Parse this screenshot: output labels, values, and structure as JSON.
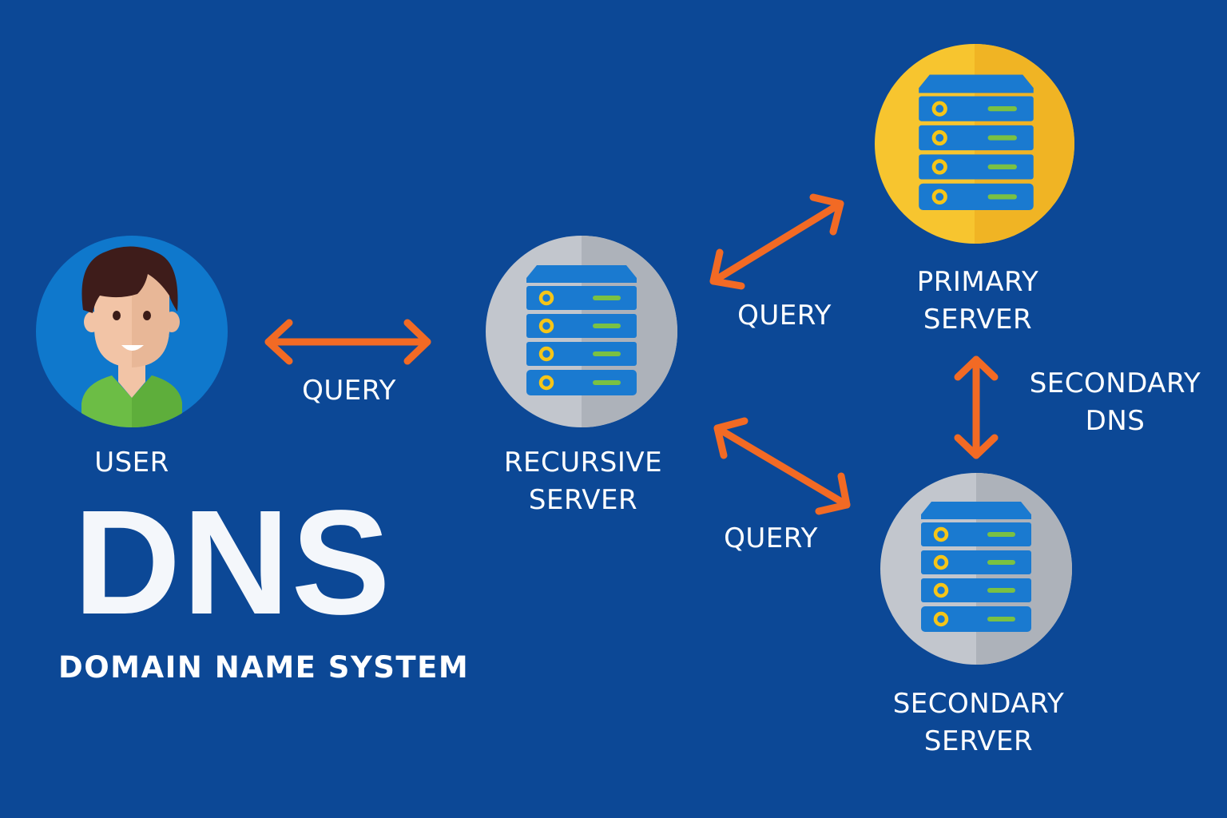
{
  "diagram": {
    "title": "DNS",
    "subtitle": "DOMAIN NAME SYSTEM",
    "nodes": [
      {
        "id": "user",
        "label": "USER",
        "icon": "user-avatar-icon",
        "circle_color": "#0f78cc"
      },
      {
        "id": "recursive",
        "label": "RECURSIVE\nSERVER",
        "icon": "server-rack-icon",
        "circle_color": "#c2c6cd"
      },
      {
        "id": "primary",
        "label": "PRIMARY\nSERVER",
        "icon": "server-rack-icon",
        "circle_color": "#f7c52f"
      },
      {
        "id": "secondary",
        "label": "SECONDARY\nSERVER",
        "icon": "server-rack-icon",
        "circle_color": "#c2c6cd"
      }
    ],
    "edges": [
      {
        "from": "user",
        "to": "recursive",
        "label": "QUERY",
        "direction": "bidirectional"
      },
      {
        "from": "recursive",
        "to": "primary",
        "label": "QUERY",
        "direction": "bidirectional"
      },
      {
        "from": "recursive",
        "to": "secondary",
        "label": "QUERY",
        "direction": "bidirectional"
      },
      {
        "from": "primary",
        "to": "secondary",
        "label": "SECONDARY\nDNS",
        "direction": "bidirectional"
      }
    ],
    "colors": {
      "background": "#0c4896",
      "arrow": "#f26a24",
      "server_body": "#1a7ad0",
      "server_led": "#f5c518",
      "server_bar": "#7ac143",
      "text": "#ffffff"
    }
  }
}
